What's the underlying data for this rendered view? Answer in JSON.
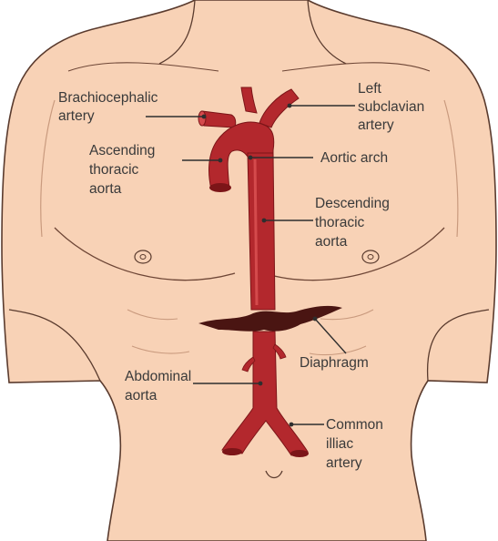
{
  "colors": {
    "skin": "#f8d2b6",
    "skin_outline": "#5a3b2e",
    "skin_shade": "#e6b596",
    "artery": "#b3282d",
    "artery_dark": "#7c1518",
    "artery_light": "#d44a4c",
    "diaphragm": "#4a1512",
    "label": "#3a3a3a"
  },
  "labels": {
    "brachiocephalic": [
      "Brachiocephalic",
      "artery"
    ],
    "left_subclavian": [
      "Left",
      "subclavian",
      "artery"
    ],
    "ascending": [
      "Ascending",
      "thoracic",
      "aorta"
    ],
    "aortic_arch": [
      "Aortic arch"
    ],
    "descending": [
      "Descending",
      "thoracic",
      "aorta"
    ],
    "diaphragm": [
      "Diaphragm"
    ],
    "abdominal": [
      "Abdominal",
      "aorta"
    ],
    "common_iliac": [
      "Common",
      "illiac",
      "artery"
    ]
  }
}
